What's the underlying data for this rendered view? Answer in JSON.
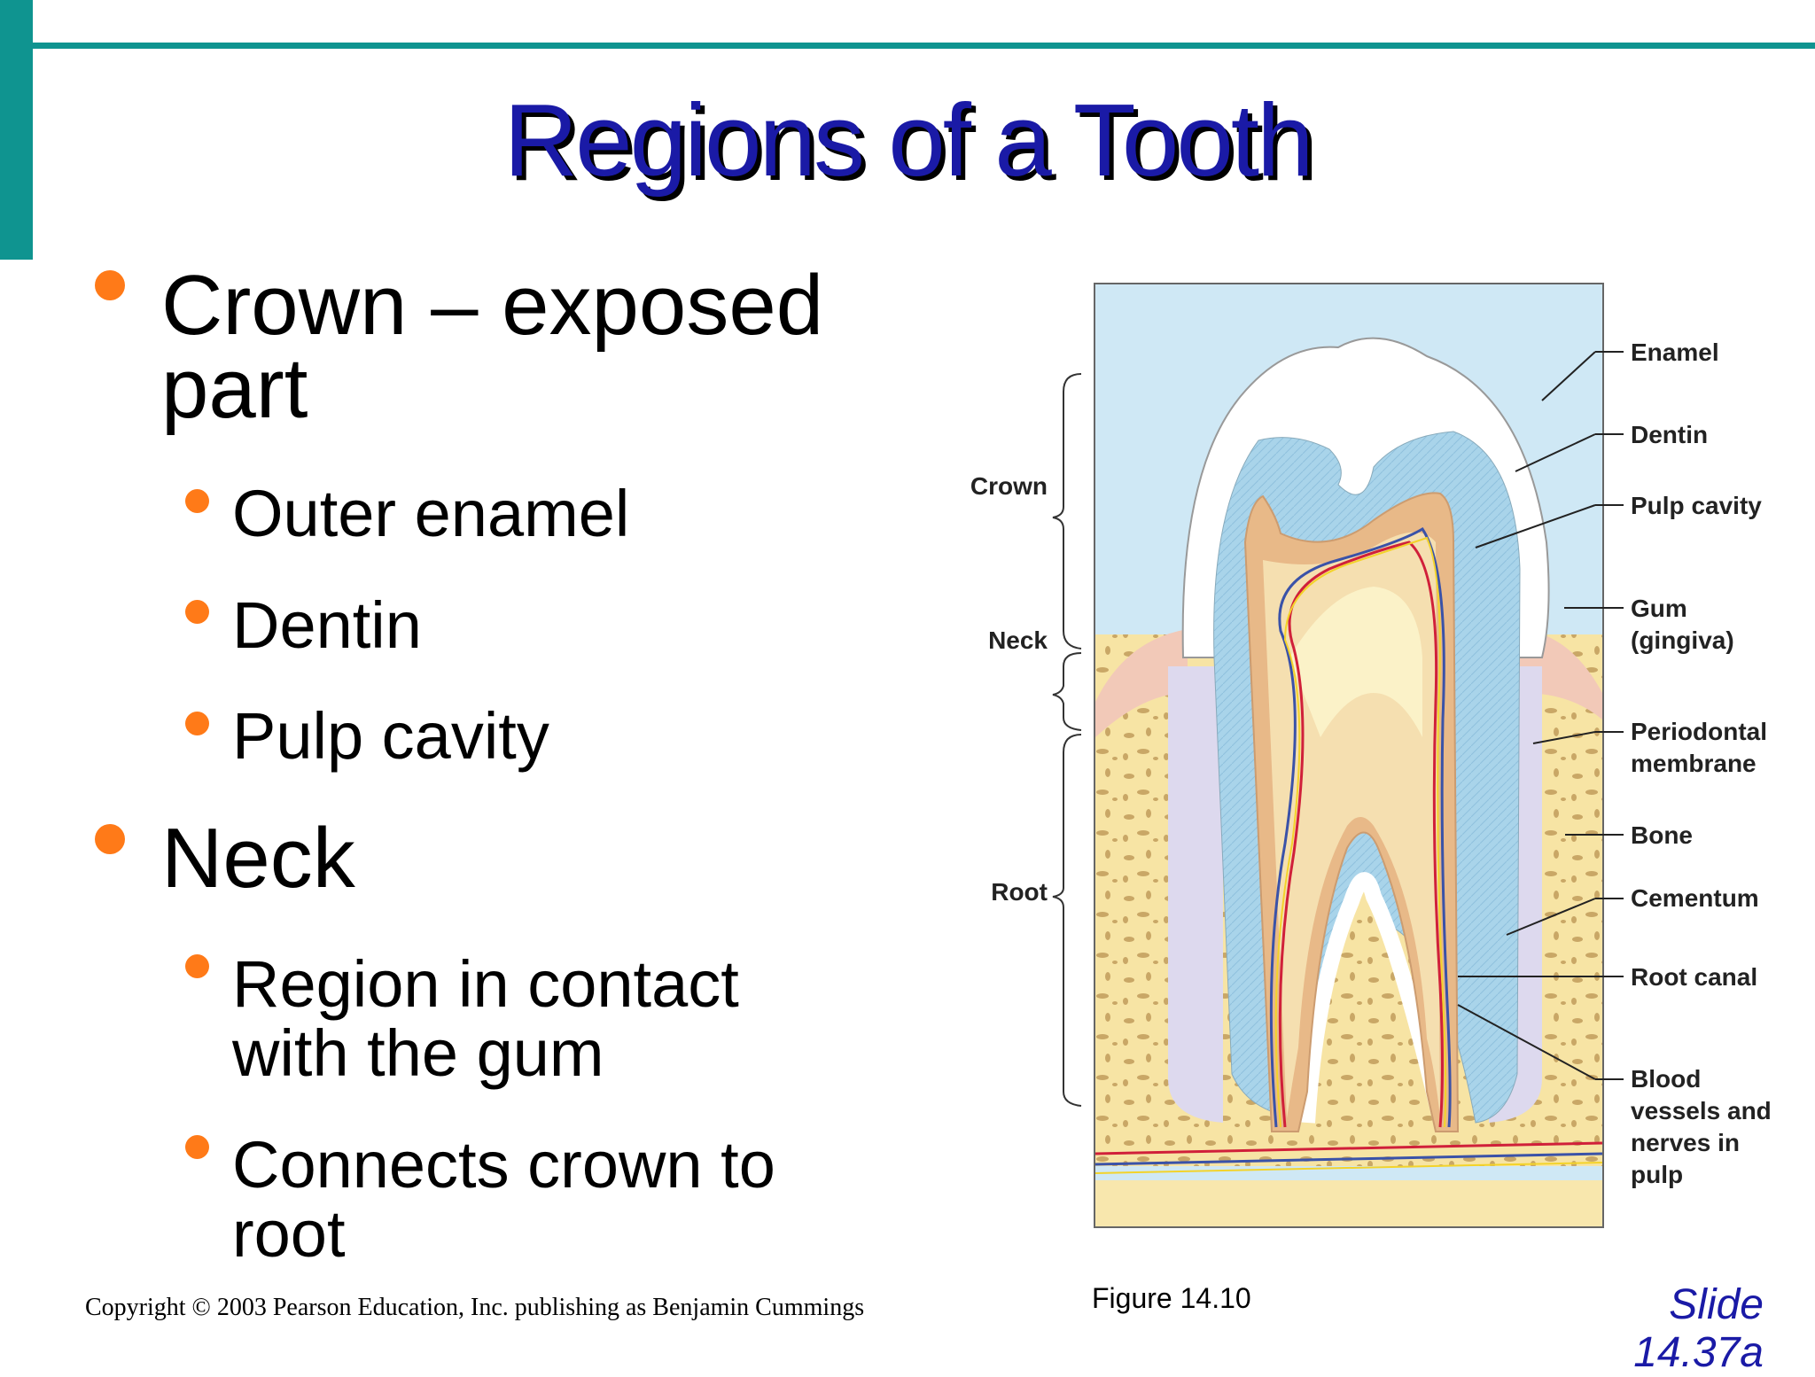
{
  "slide": {
    "title": "Regions of a Tooth",
    "bullets": [
      {
        "level": 1,
        "lines": [
          "Crown – exposed",
          "part"
        ]
      },
      {
        "level": 2,
        "lines": [
          "Outer enamel"
        ]
      },
      {
        "level": 2,
        "lines": [
          "Dentin"
        ]
      },
      {
        "level": 2,
        "lines": [
          "Pulp cavity"
        ]
      },
      {
        "level": 1,
        "lines": [
          "Neck"
        ]
      },
      {
        "level": 2,
        "lines": [
          "Region in contact",
          "with the gum"
        ]
      },
      {
        "level": 2,
        "lines": [
          "Connects crown to",
          "root"
        ]
      }
    ],
    "copyright": "Copyright © 2003 Pearson Education, Inc. publishing as Benjamin Cummings",
    "figure_label": "Figure 14.10",
    "slide_number": [
      "Slide",
      "14.37a"
    ]
  },
  "diagram": {
    "region_labels": [
      "Crown",
      "Neck",
      "Root"
    ],
    "part_labels": [
      [
        "Enamel"
      ],
      [
        "Dentin"
      ],
      [
        "Pulp cavity"
      ],
      [
        "Gum",
        "(gingiva)"
      ],
      [
        "Periodontal",
        "membrane"
      ],
      [
        "Bone"
      ],
      [
        "Cementum"
      ],
      [
        "Root canal"
      ],
      [
        "Blood",
        "vessels and",
        "nerves in",
        "pulp"
      ]
    ]
  },
  "colors": {
    "accent": "#0f9490",
    "title": "#1a1aa6",
    "bullet": "#ff7a18"
  }
}
